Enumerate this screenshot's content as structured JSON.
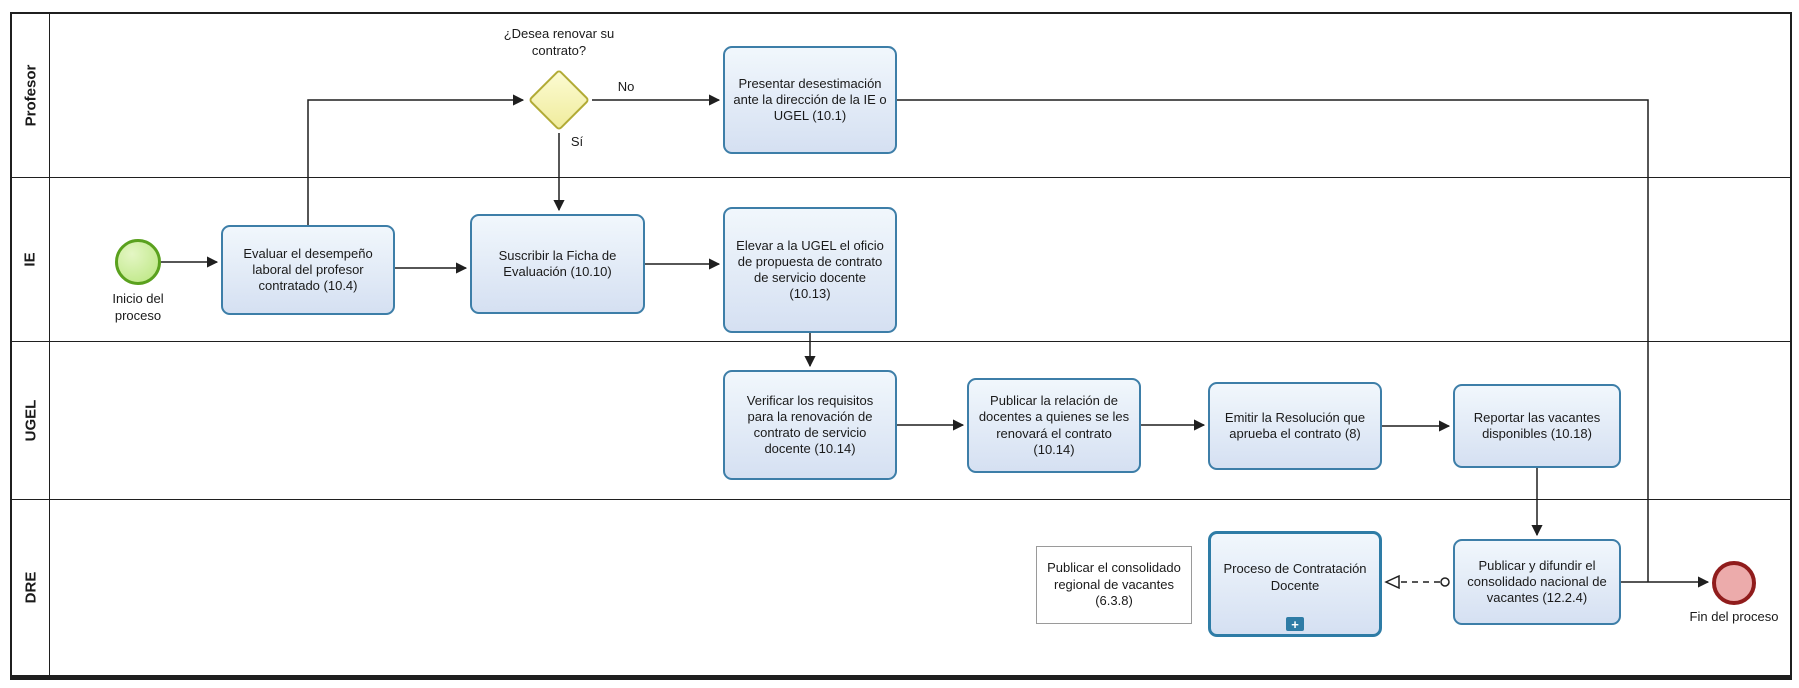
{
  "diagram": {
    "type": "bpmn-process",
    "lanes": [
      {
        "label": "Profesor"
      },
      {
        "label": "IE"
      },
      {
        "label": "UGEL"
      },
      {
        "label": "DRE"
      }
    ],
    "events": {
      "start_label": "Inicio del proceso",
      "end_label": "Fin del proceso"
    },
    "gateway": {
      "question": "¿Desea renovar su contrato?",
      "no_label": "No",
      "yes_label": "Sí"
    },
    "tasks": {
      "presentar": "Presentar desestimación ante la dirección de la IE o UGEL (10.1)",
      "evaluar": "Evaluar el desempeño laboral del profesor contratado (10.4)",
      "suscribir": "Suscribir la Ficha de Evaluación (10.10)",
      "elevar": "Elevar a la UGEL el oficio de propuesta de contrato de servicio docente (10.13)",
      "verificar": "Verificar los requisitos para la renovación de contrato de servicio docente (10.14)",
      "publicar_relacion": "Publicar la relación de docentes a quienes se les renovará el contrato (10.14)",
      "emitir": "Emitir la Resolución que aprueba el contrato (8)",
      "reportar": "Reportar las vacantes disponibles (10.18)",
      "publicar_regional": "Publicar el consolidado regional de vacantes (6.3.8)",
      "proceso_contratacion": "Proceso de Contratación Docente",
      "publicar_difundir": "Publicar y difundir el consolidado nacional de vacantes (12.2.4)"
    },
    "icons": {
      "subprocess_plus": "+"
    },
    "colors": {
      "task_fill": "#d5e0f2",
      "task_border": "#3d7ea8",
      "gateway_fill": "#f5f2b0",
      "gateway_border": "#b2ab35",
      "start_fill": "#c3ea8b",
      "start_border": "#5aa11e",
      "end_fill": "#ecabab",
      "end_border": "#901c1c",
      "line": "#1f1f1f"
    }
  }
}
